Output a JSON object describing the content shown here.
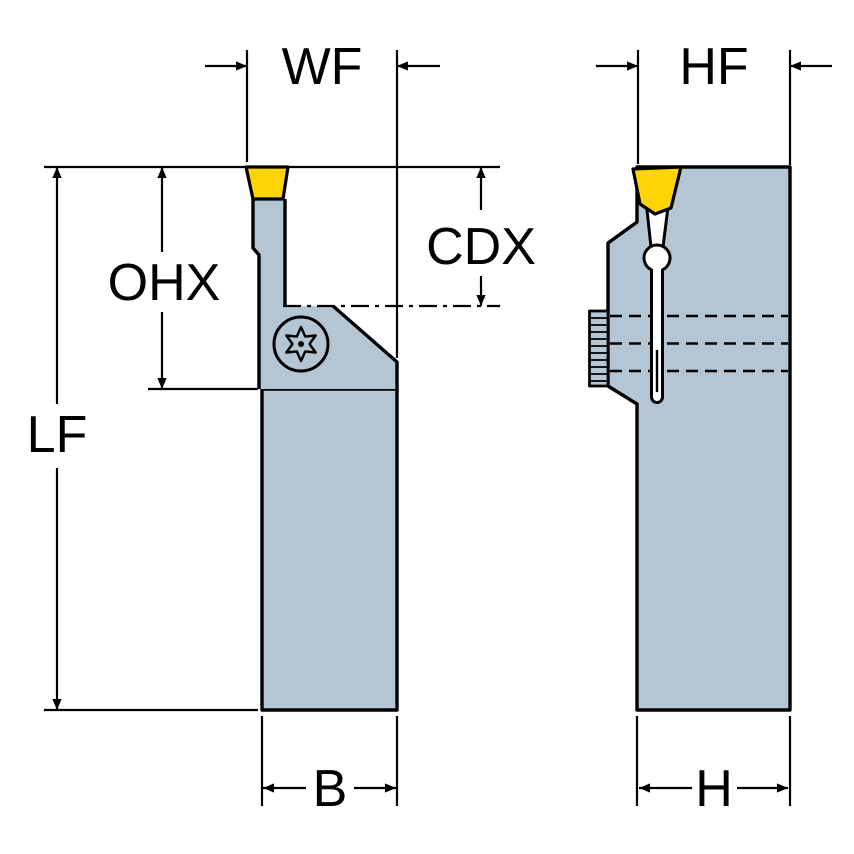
{
  "diagram": {
    "labels": {
      "wf": "WF",
      "hf": "HF",
      "ohx": "OHX",
      "cdx": "CDX",
      "lf": "LF",
      "b": "B",
      "h": "H"
    },
    "colors": {
      "body": "#b4c6d3",
      "insert": "#ffd405",
      "slot": "#ffffff",
      "line": "#000000",
      "background": "#ffffff"
    }
  }
}
